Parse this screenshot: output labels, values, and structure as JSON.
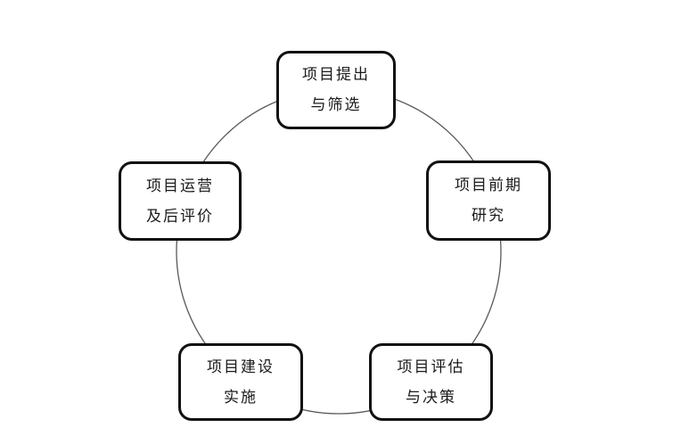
{
  "diagram": {
    "type": "cycle",
    "nodes": [
      {
        "id": "proposal-screening",
        "position": "top",
        "lines": [
          "项目提出",
          "与筛选"
        ]
      },
      {
        "id": "preliminary-research",
        "position": "right",
        "lines": [
          "项目前期",
          "研究"
        ]
      },
      {
        "id": "evaluation-decision",
        "position": "bottom-right",
        "lines": [
          "项目评估",
          "与决策"
        ]
      },
      {
        "id": "construction-implementation",
        "position": "bottom-left",
        "lines": [
          "项目建设",
          "实施"
        ]
      },
      {
        "id": "operation-post-evaluation",
        "position": "left",
        "lines": [
          "项目运营",
          "及后评价"
        ]
      }
    ],
    "colors": {
      "background": "#ffffff",
      "box_fill": "#ffffff",
      "box_border": "#111111",
      "circle_stroke": "#595959",
      "text": "#1a1a1a"
    }
  }
}
